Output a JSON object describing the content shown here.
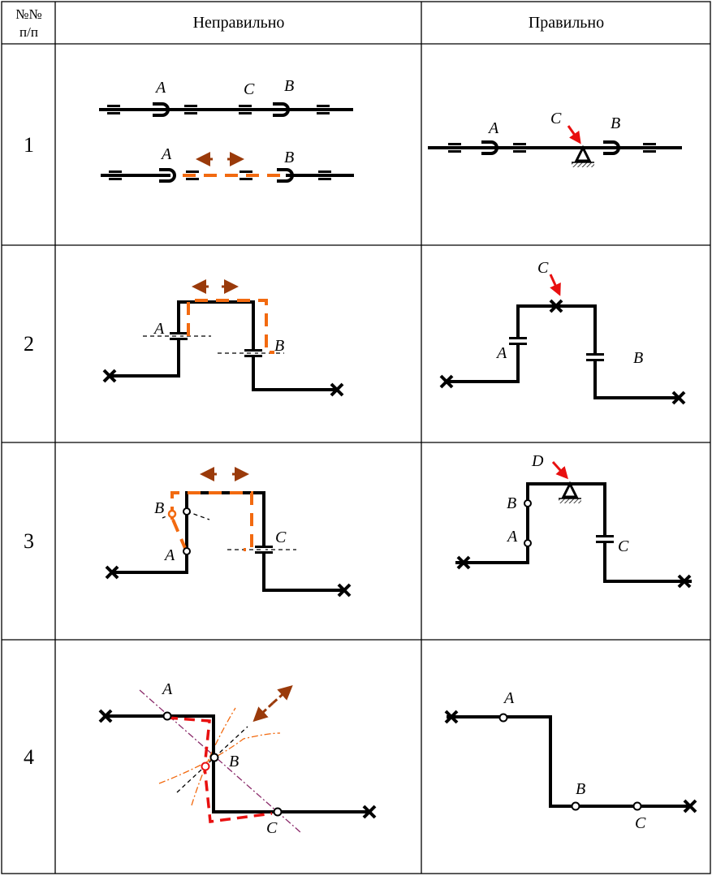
{
  "header": {
    "number_col": "№№ п/п",
    "wrong_col": "Неправильно",
    "right_col": "Правильно"
  },
  "rows": [
    {
      "number": "1",
      "wrong_labels": {
        "a1": "A",
        "c1": "C",
        "b1": "B",
        "a2": "A",
        "b2": "B"
      },
      "right_labels": {
        "a": "A",
        "c": "C",
        "b": "B"
      }
    },
    {
      "number": "2",
      "wrong_labels": {
        "a": "A",
        "b": "B"
      },
      "right_labels": {
        "c": "C",
        "a": "A",
        "b": "B"
      }
    },
    {
      "number": "3",
      "wrong_labels": {
        "b": "B",
        "a": "A",
        "c": "C"
      },
      "right_labels": {
        "d": "D",
        "b": "B",
        "a": "A",
        "c": "C"
      }
    },
    {
      "number": "4",
      "wrong_labels": {
        "a": "A",
        "b": "B",
        "c": "C"
      },
      "right_labels": {
        "a": "A",
        "b": "B",
        "c": "C"
      }
    }
  ],
  "colors": {
    "displacement": "#f26a10",
    "arrow": "#9a3a0a",
    "pointer": "#e81010",
    "axis": "#8a2a6a"
  }
}
